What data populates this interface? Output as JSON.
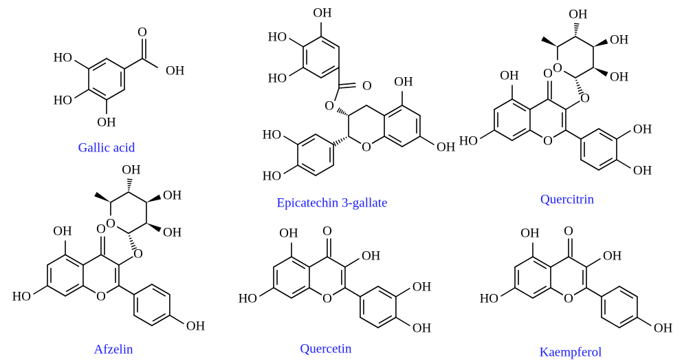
{
  "figure": {
    "atom_labels": {
      "hydroxyl": "OH",
      "hydroxyl_left": "HO",
      "oxygen": "O"
    },
    "compounds": [
      {
        "id": "gallic-acid",
        "name": "Gallic acid"
      },
      {
        "id": "epicatechin-3-gallate",
        "name": "Epicatechin 3-gallate"
      },
      {
        "id": "quercitrin",
        "name": "Quercitrin"
      },
      {
        "id": "afzelin",
        "name": "Afzelin"
      },
      {
        "id": "quercetin",
        "name": "Quercetin"
      },
      {
        "id": "kaempferol",
        "name": "Kaempferol"
      }
    ],
    "colors": {
      "caption": "#1a1aff",
      "structure": "#000000"
    }
  }
}
